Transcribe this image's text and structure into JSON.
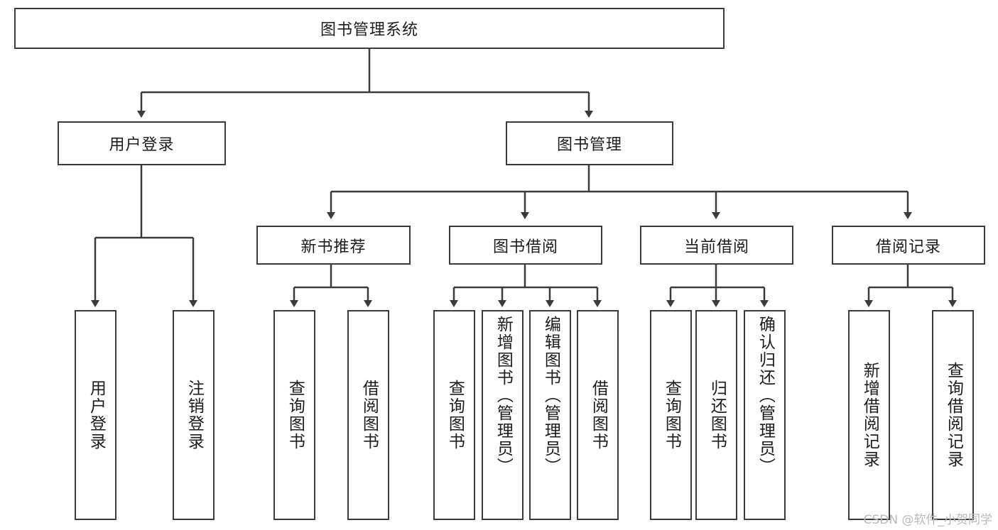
{
  "diagram": {
    "title": "图书管理系统",
    "type": "hierarchy-tree",
    "colors": {
      "background": "#ffffff",
      "node_border": "#3b3b3b",
      "node_fill": "#ffffff",
      "edge": "#3b3b3b",
      "text": "#1c1c1c",
      "watermark": "#b9b9b9"
    },
    "root": {
      "label": "图书管理系统"
    },
    "level2": [
      {
        "label": "用户登录"
      },
      {
        "label": "图书管理"
      }
    ],
    "level3": [
      {
        "label": "新书推荐"
      },
      {
        "label": "图书借阅"
      },
      {
        "label": "当前借阅"
      },
      {
        "label": "借阅记录"
      }
    ],
    "leaves": {
      "user_login": [
        {
          "label": "用户登录"
        },
        {
          "label": "注销登录"
        }
      ],
      "new_book_recommend": [
        {
          "label": "查询图书"
        },
        {
          "label": "借阅图书"
        }
      ],
      "book_borrow": [
        {
          "label": "查询图书"
        },
        {
          "label": "新增图书（管理员）"
        },
        {
          "label": "编辑图书（管理员）"
        },
        {
          "label": "借阅图书"
        }
      ],
      "current_borrow": [
        {
          "label": "查询图书"
        },
        {
          "label": "归还图书"
        },
        {
          "label": "确认归还（管理员）"
        }
      ],
      "borrow_record": [
        {
          "label": "新增借阅记录"
        },
        {
          "label": "查询借阅记录"
        }
      ]
    }
  },
  "watermark": {
    "text": "CSDN @软件_小贺同学"
  }
}
